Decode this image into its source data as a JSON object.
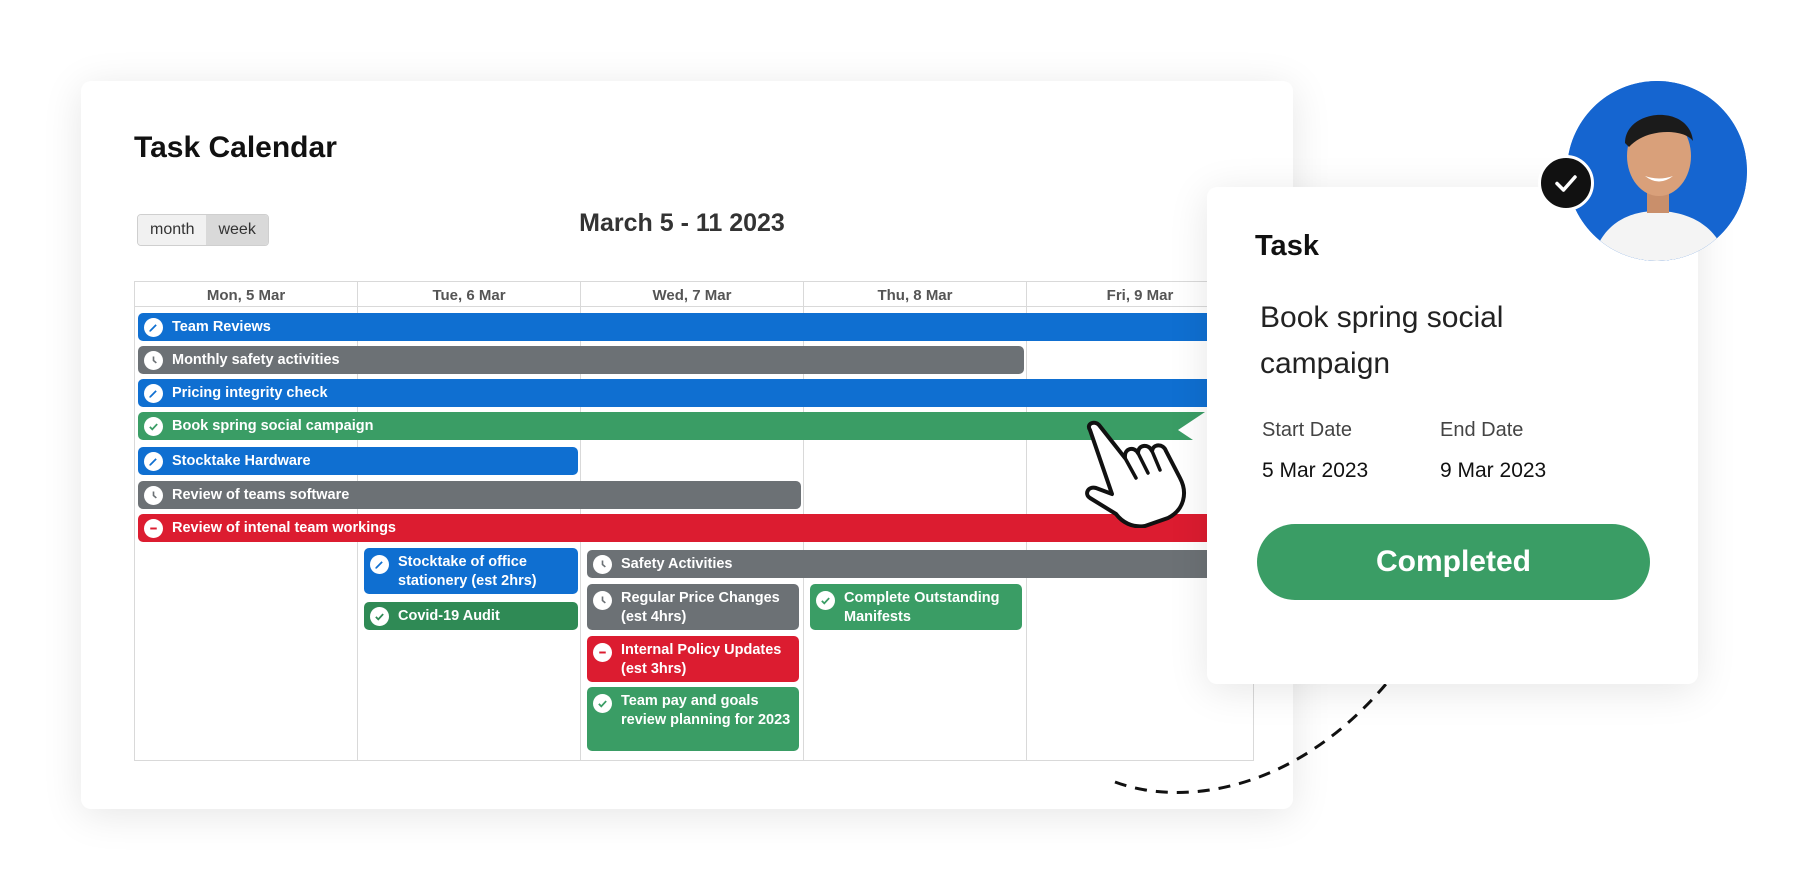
{
  "calendar": {
    "title": "Task Calendar",
    "view_toggle": {
      "month": "month",
      "week": "week",
      "active": "week"
    },
    "range_label": "March 5 - 11 2023",
    "days": [
      "Mon, 5 Mar",
      "Tue, 6 Mar",
      "Wed, 7 Mar",
      "Thu, 8 Mar",
      "Fri, 9 Mar"
    ],
    "events": [
      {
        "label": "Team Reviews",
        "status": "in-progress",
        "color": "#0f6fd1",
        "icon": "pencil-icon"
      },
      {
        "label": "Monthly safety activities",
        "status": "scheduled",
        "color": "#6c7175",
        "icon": "clock-icon"
      },
      {
        "label": "Pricing integrity check",
        "status": "in-progress",
        "color": "#0f6fd1",
        "icon": "pencil-icon"
      },
      {
        "label": "Book spring social campaign",
        "status": "completed",
        "color": "#3a9d65",
        "icon": "check-icon"
      },
      {
        "label": "Stocktake Hardware",
        "status": "in-progress",
        "color": "#0f6fd1",
        "icon": "pencil-icon"
      },
      {
        "label": "Review of teams software",
        "status": "scheduled",
        "color": "#6c7175",
        "icon": "clock-icon"
      },
      {
        "label": "Review of intenal team workings",
        "status": "blocked",
        "color": "#dc1c30",
        "icon": "minus-icon"
      },
      {
        "label": "Stocktake of office stationery (est 2hrs)",
        "status": "in-progress",
        "color": "#0f6fd1",
        "icon": "pencil-icon"
      },
      {
        "label": "Covid-19 Audit",
        "status": "completed",
        "color": "#2f8a55",
        "icon": "check-icon"
      },
      {
        "label": "Safety Activities",
        "status": "scheduled",
        "color": "#6c7175",
        "icon": "clock-icon"
      },
      {
        "label": "Regular Price Changes (est 4hrs)",
        "status": "scheduled",
        "color": "#6c7175",
        "icon": "clock-icon"
      },
      {
        "label": "Complete Outstanding Manifests",
        "status": "completed",
        "color": "#3a9d65",
        "icon": "check-icon"
      },
      {
        "label": "Internal Policy Updates (est 3hrs)",
        "status": "blocked",
        "color": "#dc1c30",
        "icon": "minus-icon"
      },
      {
        "label": "Team pay and goals review planning for 2023",
        "status": "completed",
        "color": "#3a9d65",
        "icon": "check-icon"
      }
    ]
  },
  "task_popup": {
    "heading": "Task",
    "task_name": "Book spring social campaign",
    "start_label": "Start Date",
    "start_value": "5 Mar 2023",
    "end_label": "End Date",
    "end_value": "9 Mar 2023",
    "status_button": "Completed",
    "status_color": "#3a9d65"
  },
  "decor": {
    "avatar": "user-avatar",
    "badge": "check-icon",
    "cursor": "hand-pointer-icon",
    "arrow": "dashed-arrow"
  }
}
